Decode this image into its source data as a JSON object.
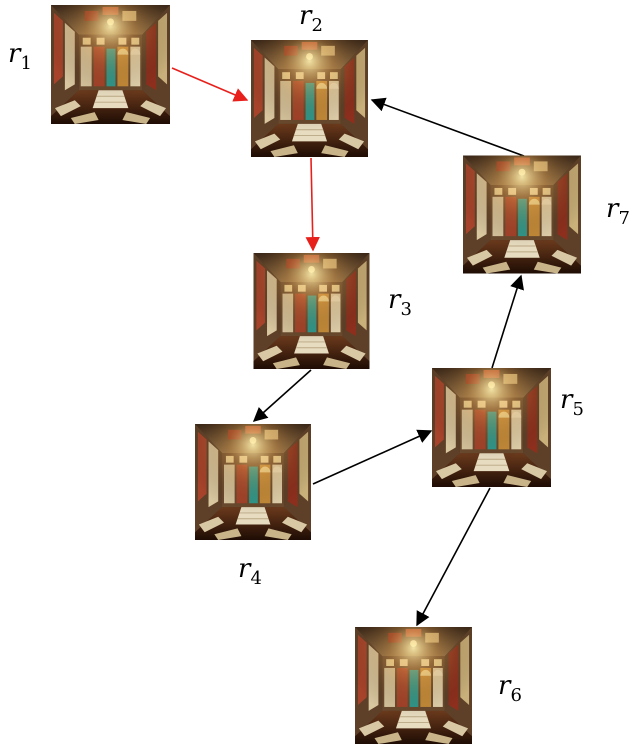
{
  "rooms": [
    {
      "id": "r1",
      "name": "r",
      "sub": "1"
    },
    {
      "id": "r2",
      "name": "r",
      "sub": "2"
    },
    {
      "id": "r3",
      "name": "r",
      "sub": "3"
    },
    {
      "id": "r4",
      "name": "r",
      "sub": "4"
    },
    {
      "id": "r5",
      "name": "r",
      "sub": "5"
    },
    {
      "id": "r6",
      "name": "r",
      "sub": "6"
    },
    {
      "id": "r7",
      "name": "r",
      "sub": "7"
    }
  ],
  "edges": [
    {
      "from": "r1",
      "to": "r2",
      "color": "#e8201c"
    },
    {
      "from": "r2",
      "to": "r3",
      "color": "#e8201c"
    },
    {
      "from": "r3",
      "to": "r4",
      "color": "#000000"
    },
    {
      "from": "r4",
      "to": "r5",
      "color": "#000000"
    },
    {
      "from": "r5",
      "to": "r7",
      "color": "#000000"
    },
    {
      "from": "r7",
      "to": "r2",
      "color": "#000000"
    },
    {
      "from": "r5",
      "to": "r6",
      "color": "#000000"
    }
  ],
  "colors": {
    "highlight_edge": "#e8201c",
    "default_edge": "#000000",
    "wall": "#5a3b22",
    "floor": "#2a1308",
    "door_teal": "#2f9c90",
    "door_red": "#a8432b",
    "door_cream": "#d9c7a0"
  }
}
